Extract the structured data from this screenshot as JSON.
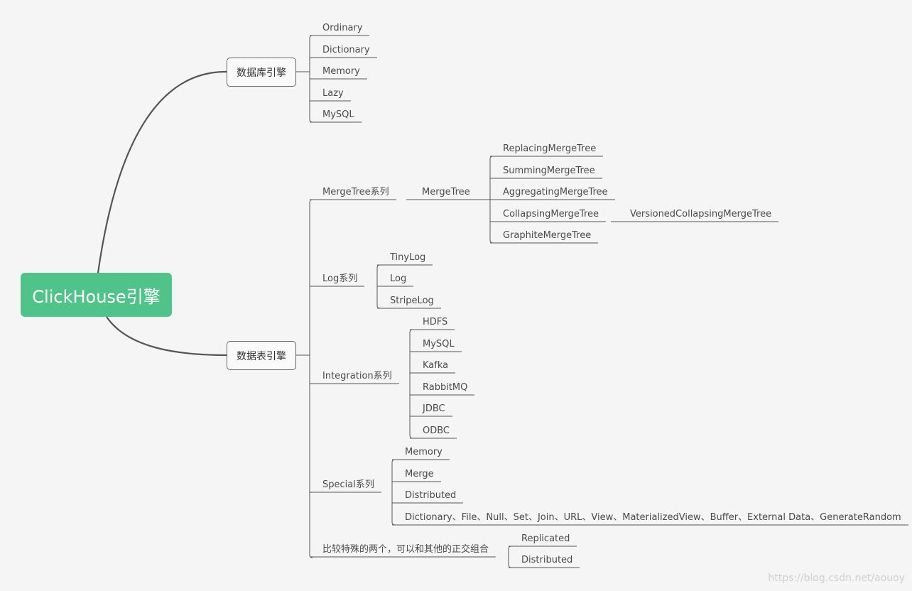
{
  "root": "ClickHouse引擎",
  "db": {
    "label": "数据库引擎",
    "items": [
      "Ordinary",
      "Dictionary",
      "Memory",
      "Lazy",
      "MySQL"
    ]
  },
  "table": {
    "label": "数据表引擎",
    "mergetree": {
      "label": "MergeTree系列",
      "base": "MergeTree",
      "children": [
        "ReplacingMergeTree",
        "SummingMergeTree",
        "AggregatingMergeTree",
        "CollapsingMergeTree",
        "GraphiteMergeTree"
      ],
      "collapsing_child": "VersionedCollapsingMergeTree"
    },
    "log": {
      "label": "Log系列",
      "children": [
        "TinyLog",
        "Log",
        "StripeLog"
      ]
    },
    "integration": {
      "label": "Integration系列",
      "children": [
        "HDFS",
        "MySQL",
        "Kafka",
        "RabbitMQ",
        "JDBC",
        "ODBC"
      ]
    },
    "special": {
      "label": "Special系列",
      "children": [
        "Memory",
        "Merge",
        "Distributed",
        "Dictionary、File、Null、Set、Join、URL、View、MaterializedView、Buffer、External Data、GenerateRandom"
      ]
    },
    "combo": {
      "label": "比较特殊的两个，可以和其他的正交组合",
      "children": [
        "Replicated",
        "Distributed"
      ]
    }
  },
  "watermark": "https://blog.csdn.net/aouoy"
}
